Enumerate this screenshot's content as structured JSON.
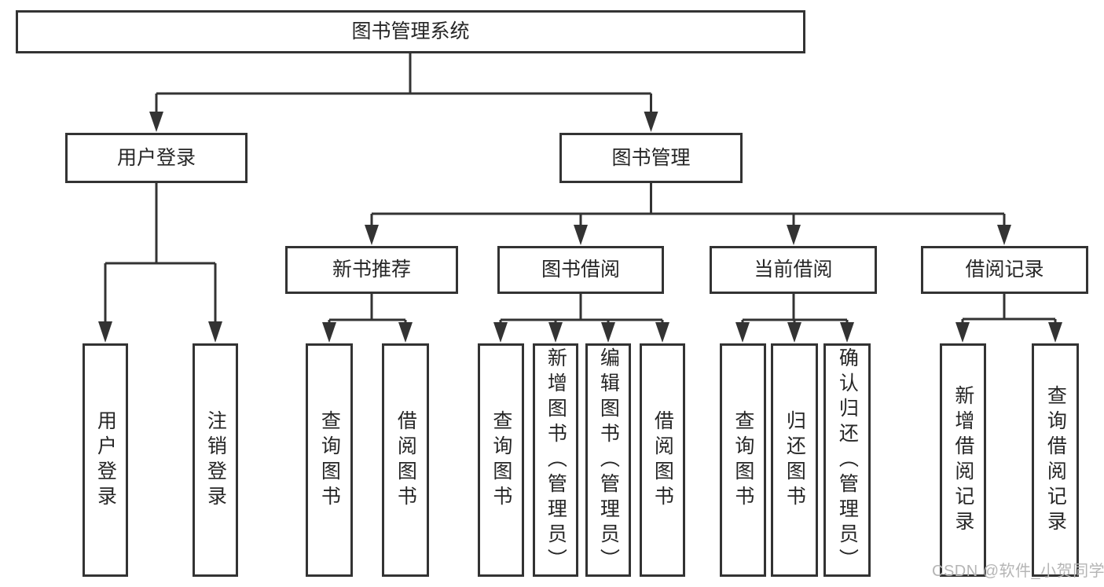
{
  "colors": {
    "line": "#333333",
    "text": "#262626",
    "box_fill": "#ffffff",
    "background": "#ffffff",
    "watermark": "#b5b5b5"
  },
  "watermark": {
    "text": "CSDN @软件_小贺同学"
  },
  "tree": {
    "root": {
      "label": "图书管理系统",
      "children": [
        {
          "label": "用户登录",
          "children": [
            {
              "label": "用户登录"
            },
            {
              "label": "注销登录"
            }
          ]
        },
        {
          "label": "图书管理",
          "children": [
            {
              "label": "新书推荐",
              "children": [
                {
                  "label": "查询图书"
                },
                {
                  "label": "借阅图书"
                }
              ]
            },
            {
              "label": "图书借阅",
              "children": [
                {
                  "label": "查询图书"
                },
                {
                  "label": "新增图书（管理员）"
                },
                {
                  "label": "编辑图书（管理员）"
                },
                {
                  "label": "借阅图书"
                }
              ]
            },
            {
              "label": "当前借阅",
              "children": [
                {
                  "label": "查询图书"
                },
                {
                  "label": "归还图书"
                },
                {
                  "label": "确认归还（管理员）"
                }
              ]
            },
            {
              "label": "借阅记录",
              "children": [
                {
                  "label": "新增借阅记录"
                },
                {
                  "label": "查询借阅记录"
                }
              ]
            }
          ]
        }
      ]
    }
  }
}
